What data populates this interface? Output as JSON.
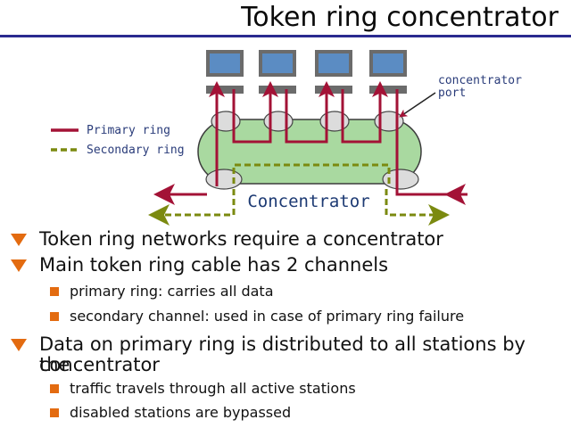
{
  "title": "Token ring concentrator",
  "colors": {
    "primary_ring": "#a31236",
    "secondary_ring": "#7b8a10",
    "concentrator_fill": "#a9d9a0",
    "port_fill": "#dcdcdc",
    "monitor_fill": "#5b8cc3",
    "bullet_accent": "#e36b10",
    "title_rule": "#2a2a8f"
  },
  "diagram": {
    "legend": {
      "primary_label": "Primary ring",
      "secondary_label": "Secondary ring"
    },
    "port_callout": [
      "concentrator",
      "port"
    ],
    "concentrator_label": "Concentrator",
    "station_count": 4
  },
  "bullets": [
    {
      "text": "Token ring networks require a concentrator",
      "sub": []
    },
    {
      "text": "Main token ring cable has 2 channels",
      "sub": [
        "primary ring: carries all data",
        "secondary channel: used in case of primary ring failure"
      ]
    },
    {
      "text_lines": [
        "Data on primary ring is distributed to all stations by the",
        "concentrator"
      ],
      "sub": [
        "traffic travels through all active stations",
        "disabled stations are bypassed"
      ]
    }
  ]
}
